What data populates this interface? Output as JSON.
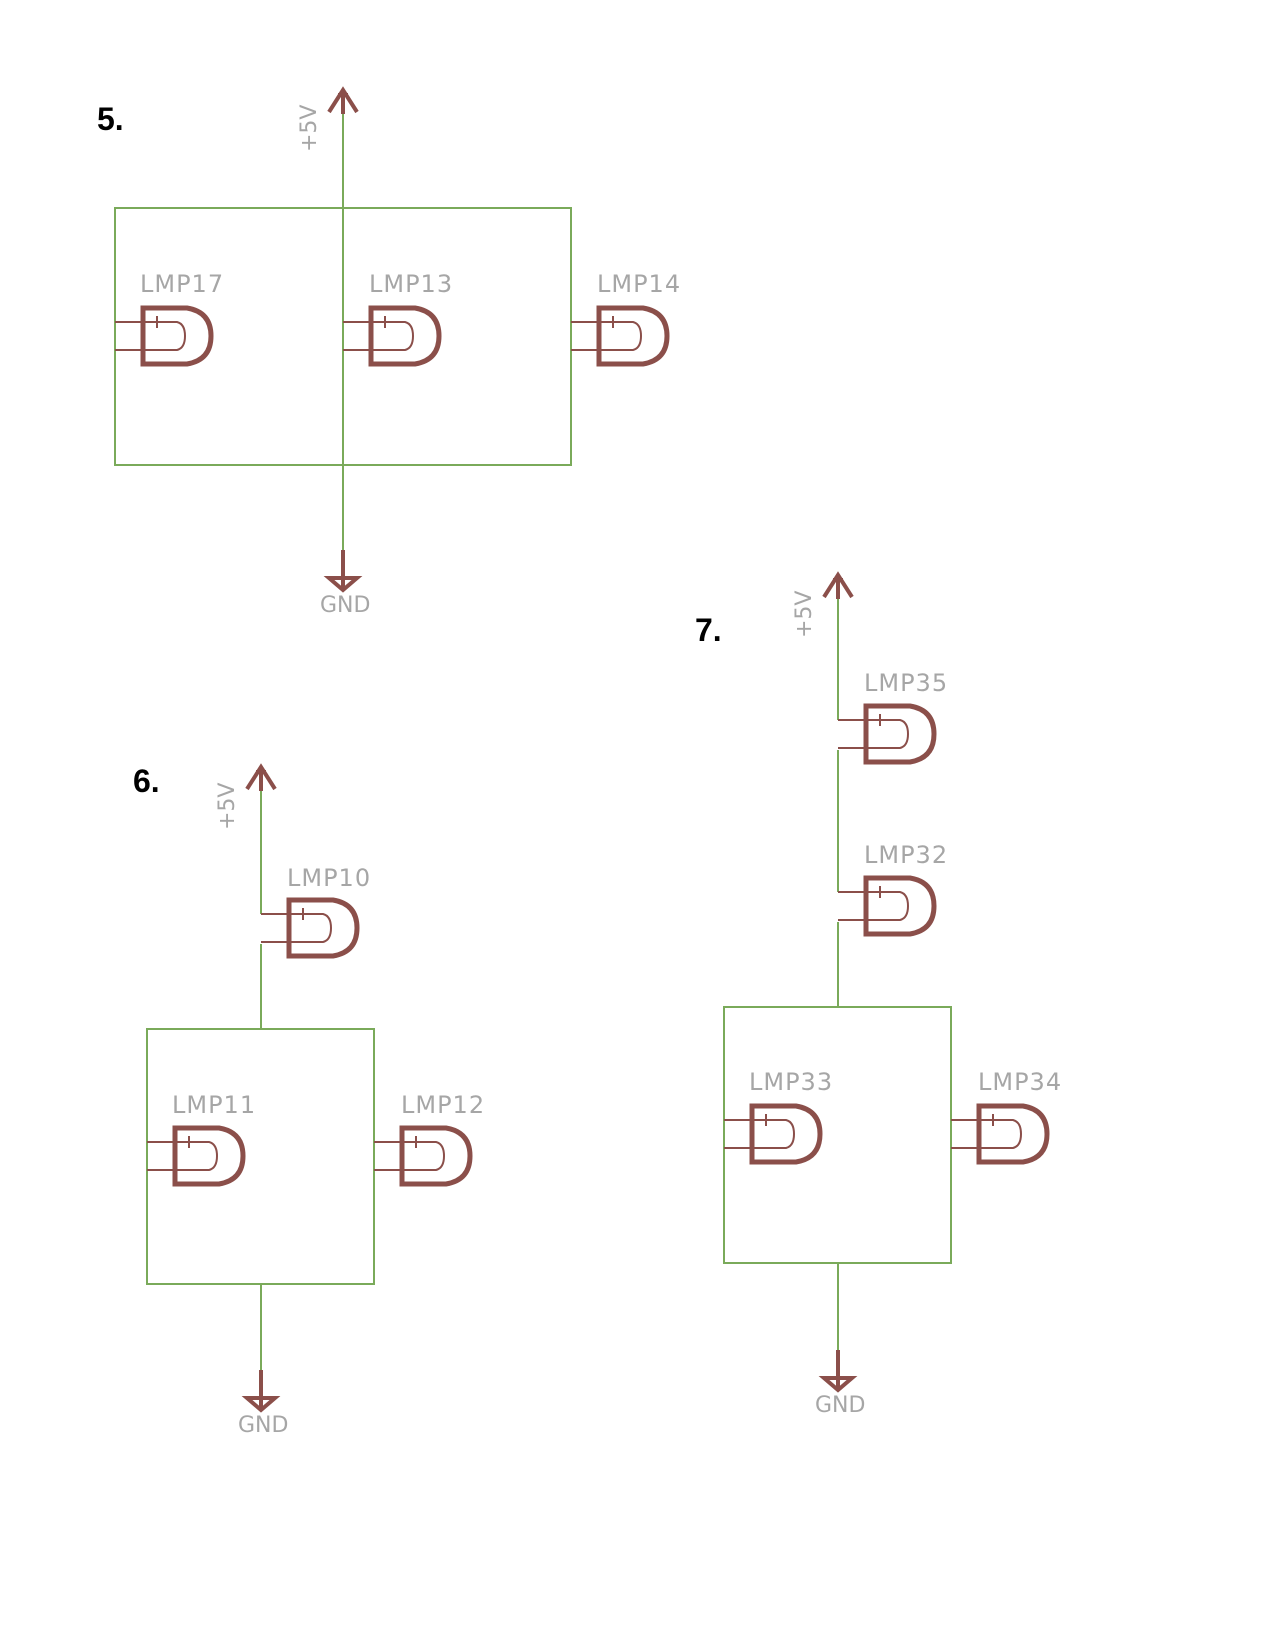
{
  "colors": {
    "wire": "#7aaa5a",
    "component": "#8b4f4a",
    "label": "#a6a6a6",
    "section_number": "#000000",
    "background": "#ffffff"
  },
  "supply_label": "+5V",
  "ground_label": "GND",
  "circuits": [
    {
      "number": "5.",
      "topology": "three lamps in parallel",
      "lamps": [
        "LMP17",
        "LMP13",
        "LMP14"
      ]
    },
    {
      "number": "6.",
      "topology": "LMP10 in series with parallel pair",
      "lamps": [
        "LMP10",
        "LMP11",
        "LMP12"
      ]
    },
    {
      "number": "7.",
      "topology": "two lamps in series with parallel pair",
      "lamps": [
        "LMP35",
        "LMP32",
        "LMP33",
        "LMP34"
      ]
    }
  ]
}
